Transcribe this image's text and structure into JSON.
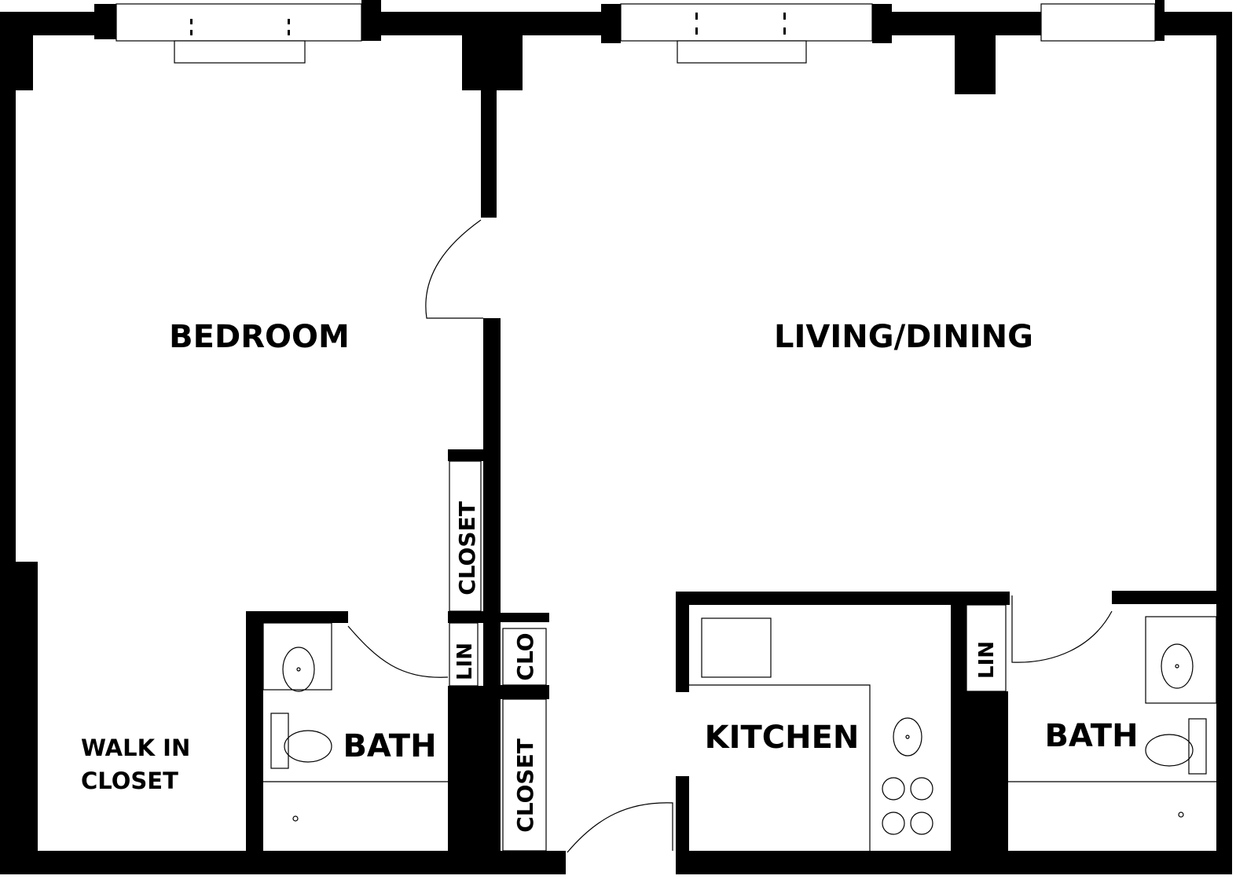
{
  "rooms": {
    "bedroom": "BEDROOM",
    "living_dining": "LIVING/DINING",
    "closet_bedroom": "CLOSET",
    "closet_hall": "CLOSET",
    "lin_left": "LIN",
    "lin_right": "LIN",
    "clo": "CLO",
    "bath_left": "BATH",
    "bath_right": "BATH",
    "kitchen": "KITCHEN",
    "walk_in_line1": "WALK IN",
    "walk_in_line2": "CLOSET"
  },
  "colors": {
    "wall": "#000000",
    "background": "#ffffff"
  }
}
